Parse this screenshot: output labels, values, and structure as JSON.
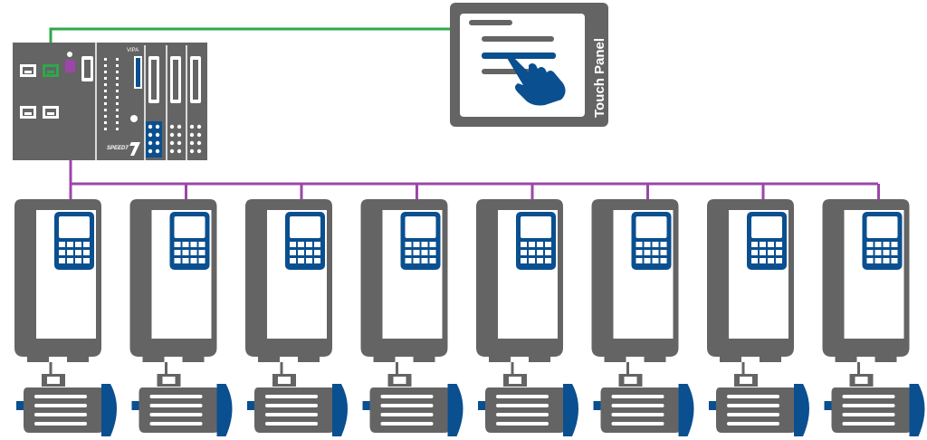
{
  "colors": {
    "gray": "#646464",
    "light_gray": "#d9d9d9",
    "blue": "#0a4f8f",
    "green": "#2ea84a",
    "purple": "#9b47a8",
    "white": "#ffffff"
  },
  "touch_panel": {
    "label": "Touch Panel",
    "icon": "hand-pointer-icon"
  },
  "plc": {
    "brand_label": "VIPA",
    "cpu_label": "SPEED7"
  },
  "drives": {
    "count": 8,
    "icon": "frequency-inverter-icon",
    "motor_icon": "electric-motor-icon"
  }
}
